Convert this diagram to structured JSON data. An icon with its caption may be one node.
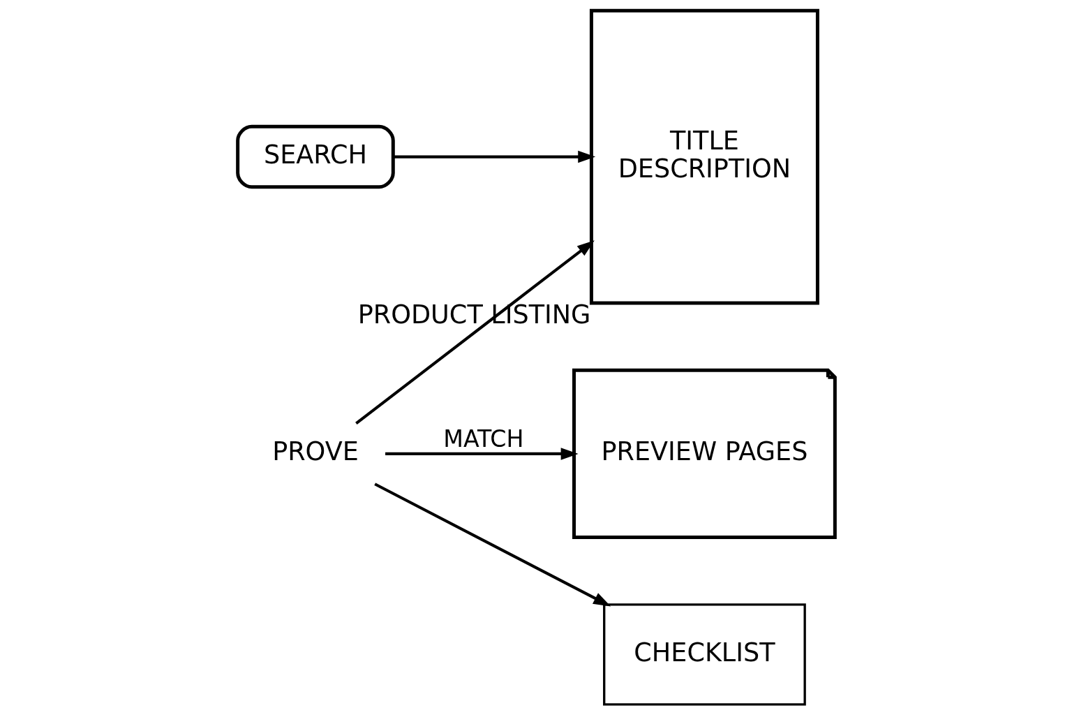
{
  "diagram": {
    "nodes": [
      {
        "text": [
          "SEARCH"
        ]
      },
      {
        "text": [
          "TITLE",
          "DESCRIPTION"
        ],
        "beside": [
          "PRODUCT LISTING"
        ]
      },
      {
        "text": [
          "PROVE"
        ]
      },
      {
        "text": [
          "PREVIEW PAGES"
        ]
      },
      {
        "text": [
          "CHECKLIST"
        ]
      }
    ],
    "edges": [
      {
        "from": 0,
        "to": 1,
        "arrow": "to"
      },
      {
        "from": 2,
        "to": 3,
        "arrow": "to",
        "label": "MATCH"
      },
      {
        "from": 2,
        "to": 1,
        "arrow": "to"
      },
      {
        "from": 2,
        "to": 4,
        "arrow": "to"
      }
    ]
  }
}
